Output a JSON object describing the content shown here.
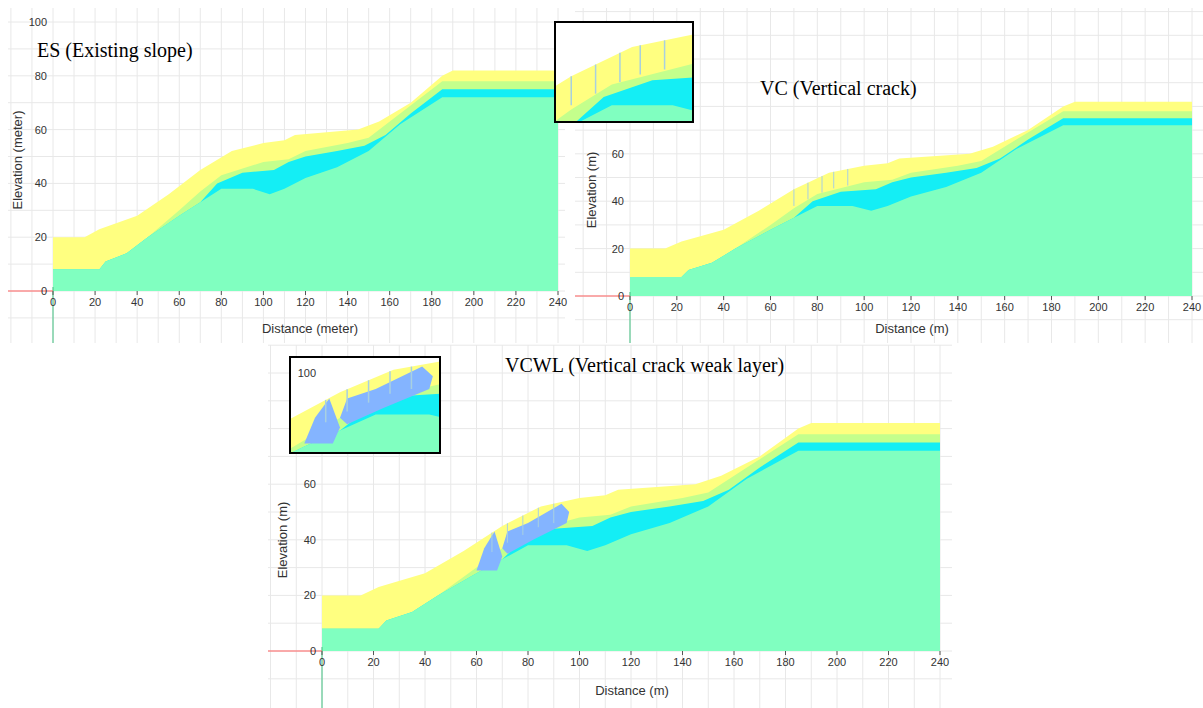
{
  "diagram": {
    "labels": [
      "ES (Existing slope)",
      "0",
      "20",
      "40",
      "60",
      "80",
      "100",
      "0",
      "20",
      "40",
      "60",
      "80",
      "100",
      "120",
      "140",
      "160",
      "180",
      "200",
      "220",
      "240",
      "Elevation (meter)",
      "Distance (meter)",
      "VC (Vertical crack)",
      "0",
      "20",
      "40",
      "60",
      "0",
      "20",
      "40",
      "60",
      "80",
      "100",
      "120",
      "140",
      "160",
      "180",
      "200",
      "220",
      "240",
      "Elevation (m)",
      "Distance (m)",
      "VCWL (Vertical crack weak layer)",
      "0",
      "20",
      "40",
      "60",
      "100",
      "0",
      "20",
      "40",
      "60",
      "80",
      "100",
      "120",
      "140",
      "160",
      "180",
      "200",
      "220",
      "240",
      "Elevation (m)",
      "Distance (m)"
    ]
  }
}
